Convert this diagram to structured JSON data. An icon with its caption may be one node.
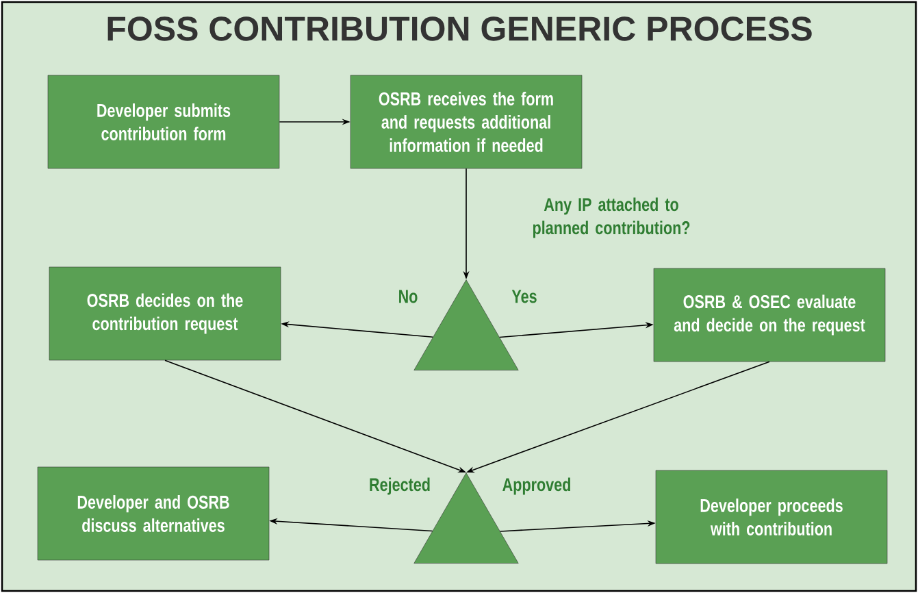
{
  "diagram": {
    "title": "FOSS CONTRIBUTION GENERIC PROCESS",
    "nodes": [
      {
        "text": [
          "Developer submits contribution form"
        ]
      },
      {
        "text": [
          "OSRB receives the form and requests additional information if needed"
        ]
      },
      {
        "text": [],
        "shape": "triangle"
      },
      {
        "text": [
          "OSRB decides on the contribution request"
        ]
      },
      {
        "text": [
          "OSRB & OSEC evaluate and decide on the request"
        ]
      },
      {
        "text": [],
        "shape": "triangle"
      },
      {
        "text": [
          "Developer and OSRB discuss alternatives"
        ]
      },
      {
        "text": [
          "Developer proceeds with contribution"
        ]
      }
    ],
    "edges": [
      {
        "from": 0,
        "to": 1,
        "arrow": "to"
      },
      {
        "from": 1,
        "to": 2,
        "arrow": "to",
        "label": "Any IP attached to planned contribution?"
      },
      {
        "from": 2,
        "to": 3,
        "arrow": "to",
        "label": "No"
      },
      {
        "from": 2,
        "to": 4,
        "arrow": "to",
        "label": "Yes"
      },
      {
        "from": 3,
        "to": 5,
        "arrow": "to"
      },
      {
        "from": 4,
        "to": 5,
        "arrow": "to"
      },
      {
        "from": 5,
        "to": 6,
        "arrow": "to",
        "label": "Rejected"
      },
      {
        "from": 5,
        "to": 7,
        "arrow": "to",
        "label": "Approved"
      }
    ]
  }
}
